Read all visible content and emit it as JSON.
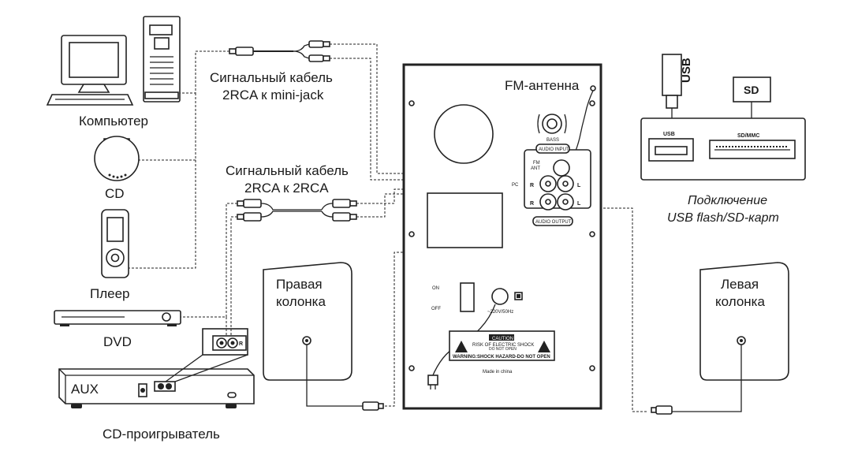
{
  "labels": {
    "computer": "Компьютер",
    "cd": "CD",
    "player": "Плеер",
    "dvd": "DVD",
    "cd_player": "CD-проигрыватель",
    "aux": "AUX",
    "cable1_line1": "Сигнальный кабель",
    "cable1_line2": "2RCA к mini-jack",
    "cable2_line1": "Сигнальный кабель",
    "cable2_line2": "2RCA к 2RCA",
    "fm_antenna": "FM-антенна",
    "right_speaker_line1": "Правая",
    "right_speaker_line2": "колонка",
    "left_speaker_line1": "Левая",
    "left_speaker_line2": "колонка",
    "usb_sd_line1": "Подключение",
    "usb_sd_line2": "USB flash/SD-карт"
  },
  "panel": {
    "bass": "BASS",
    "audio_input": "AUDIO INPUT",
    "audio_output": "AUDIO OUTPUT",
    "fm": "FM",
    "ant": "ANT",
    "pc": "PC",
    "r": "R",
    "l": "L",
    "on": "ON",
    "off": "OFF",
    "power": "~220V/50Hz",
    "caution": "CAUTION",
    "risk": "RISK OF ELECTRIC SHOCK",
    "do_not_open": "DO NOT OPEN",
    "warning": "WARNING:SHOCK HAZARD-DO NOT OPEN",
    "made_in": "Made in china"
  },
  "usb_box": {
    "usb_stick": "USB",
    "sd_card": "SD",
    "usb_port": "USB",
    "sd_port": "SD/MMC"
  },
  "aux_jack": {
    "r": "R"
  }
}
